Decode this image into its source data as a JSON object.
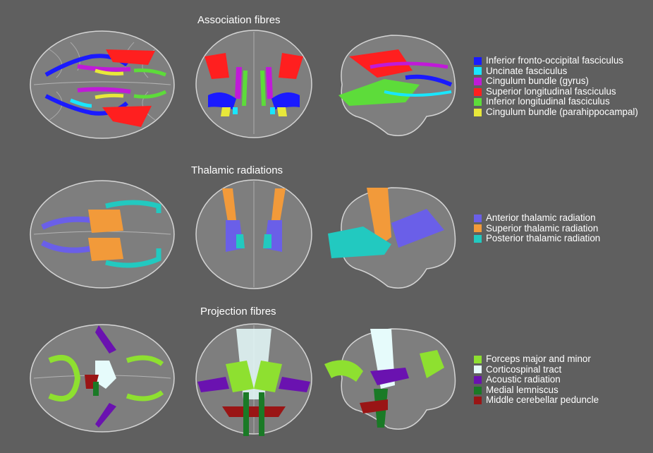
{
  "sections": [
    {
      "title": "Association fibres",
      "legend": [
        {
          "label": "Inferior fronto-occipital fasciculus",
          "color": "#1a1aff"
        },
        {
          "label": "Uncinate fasciculus",
          "color": "#19e6ff"
        },
        {
          "label": "Cingulum bundle (gyrus)",
          "color": "#c01ad8"
        },
        {
          "label": "Superior longitudinal fasciculus",
          "color": "#ff1f1f"
        },
        {
          "label": "Inferior longitudinal fasciculus",
          "color": "#5ddc3a"
        },
        {
          "label": "Cingulum bundle (parahippocampal)",
          "color": "#e8e83a"
        }
      ]
    },
    {
      "title": "Thalamic radiations",
      "legend": [
        {
          "label": "Anterior thalamic radiation",
          "color": "#6a5fe8"
        },
        {
          "label": "Superior thalamic radiation",
          "color": "#f29a3a"
        },
        {
          "label": "Posterior thalamic radiation",
          "color": "#22c9c0"
        }
      ]
    },
    {
      "title": "Projection fibres",
      "legend": [
        {
          "label": "Forceps major and minor",
          "color": "#8ee030"
        },
        {
          "label": "Corticospinal tract",
          "color": "#e6fbfb"
        },
        {
          "label": "Acoustic radiation",
          "color": "#6a12b0"
        },
        {
          "label": "Medial lemniscus",
          "color": "#1a7a26"
        },
        {
          "label": "Middle cerebellar peduncle",
          "color": "#9a1515"
        }
      ]
    }
  ]
}
